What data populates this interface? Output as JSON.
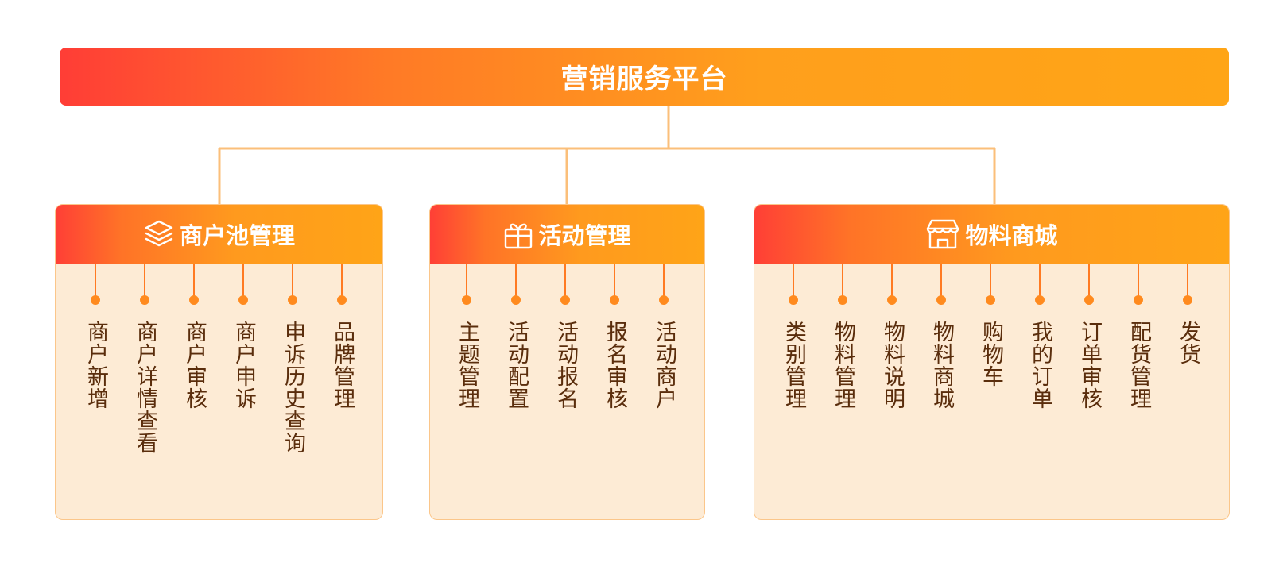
{
  "root": {
    "title": "营销服务平台"
  },
  "colors": {
    "gradient_start": "#ff3d36",
    "gradient_end": "#ffa516",
    "card_background": "#fdebd5",
    "card_border": "#fbc68a",
    "connector": "#fbbf7a",
    "item_text": "#5a2d0c"
  },
  "modules": [
    {
      "title": "商户池管理",
      "icon": "layers-icon",
      "items": [
        "商户新增",
        "商户详情查看",
        "商户审核",
        "商户申诉",
        "申诉历史查询",
        "品牌管理"
      ]
    },
    {
      "title": "活动管理",
      "icon": "gift-icon",
      "items": [
        "主题管理",
        "活动配置",
        "活动报名",
        "报名审核",
        "活动商户"
      ]
    },
    {
      "title": "物料商城",
      "icon": "store-icon",
      "items": [
        "类别管理",
        "物料管理",
        "物料说明",
        "物料商城",
        "购物车",
        "我的订单",
        "订单审核",
        "配货管理",
        "发货"
      ]
    }
  ]
}
